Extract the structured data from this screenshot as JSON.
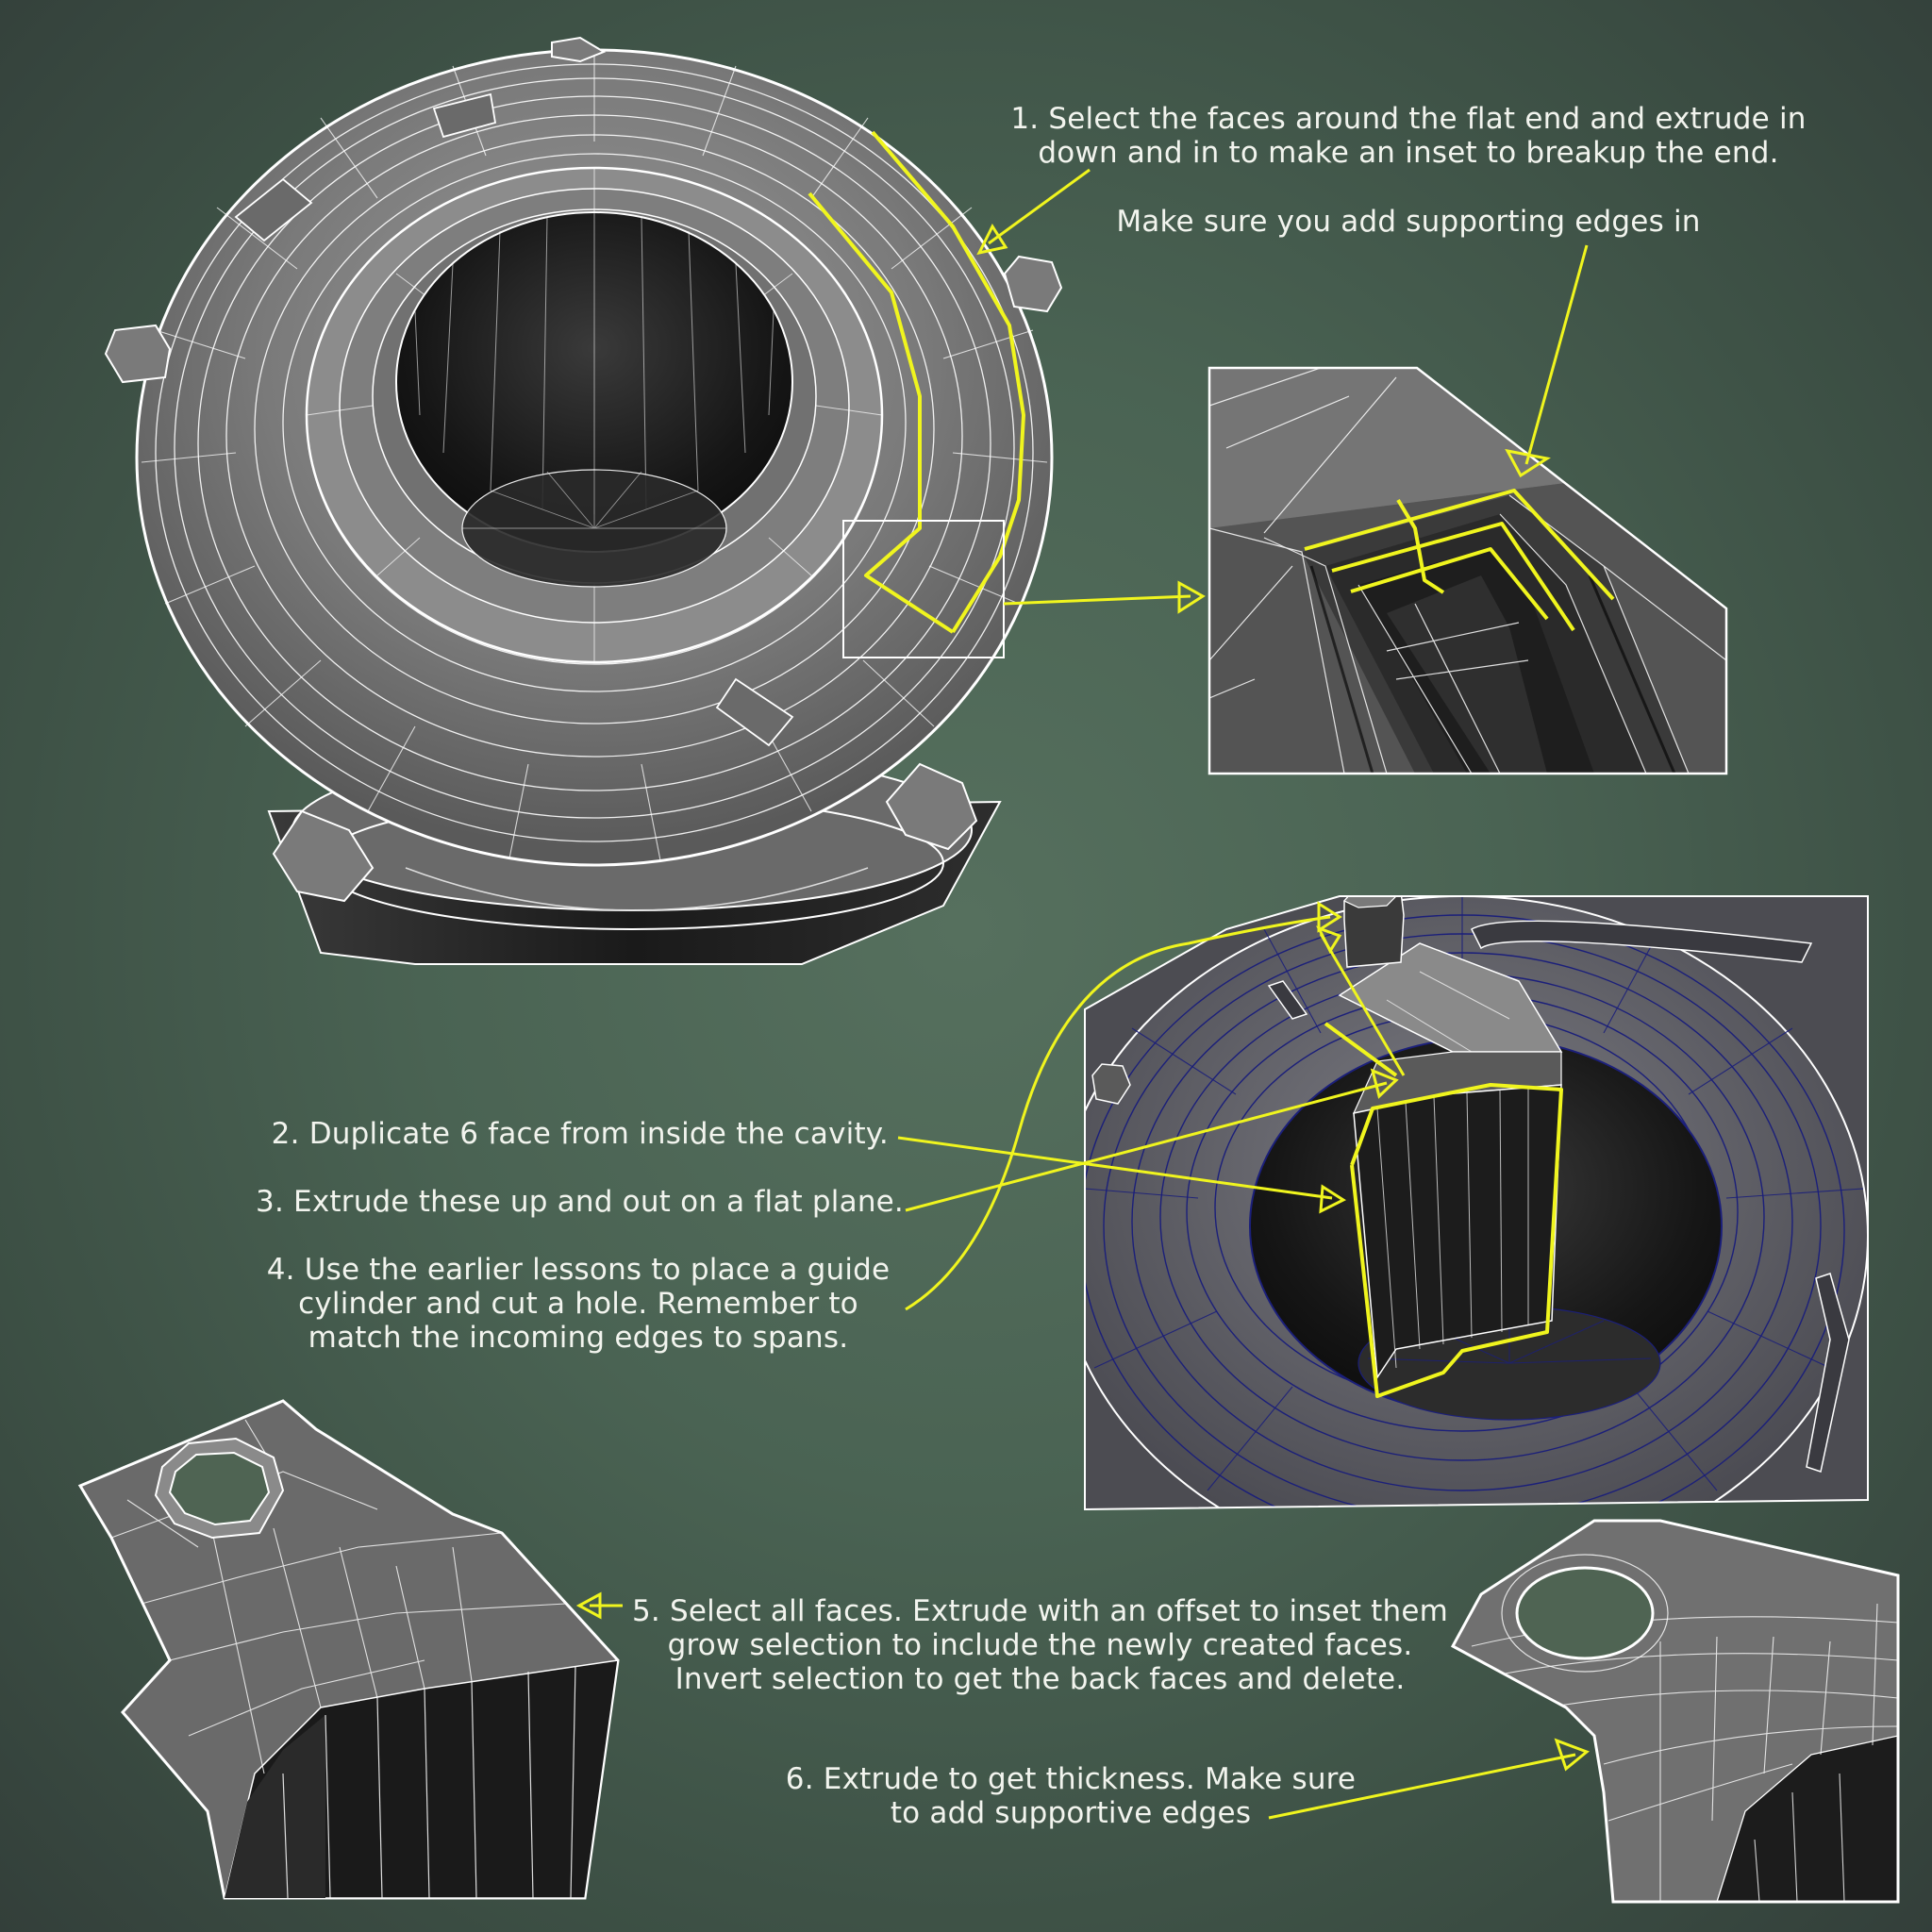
{
  "annotations": {
    "step1": {
      "line1": "1. Select the faces around the flat end and extrude in",
      "line2": "down and in to make an inset to breakup the end."
    },
    "step1_note": "Make sure you add supporting edges in",
    "step2": "2. Duplicate 6 face from inside the cavity.",
    "step3": "3. Extrude these up and out on a flat plane.",
    "step4": {
      "line1": "4. Use the earlier lessons to place a guide",
      "line2": "cylinder and cut a hole. Remember to",
      "line3": "match the incoming edges to spans."
    },
    "step5": {
      "line1": "5. Select all faces. Extrude with an offset to inset them",
      "line2": "grow selection to include the newly created faces.",
      "line3": "Invert selection to get the back faces and delete."
    },
    "step6": {
      "line1": "6. Extrude to get thickness. Make sure",
      "line2": "to add supportive edges"
    }
  },
  "colors": {
    "highlight": "#f0f51e",
    "wire": "#ffffff",
    "wire_blue": "#1b1f7a",
    "mesh_light": "#8a8a8a",
    "mesh_mid": "#6a6a6a",
    "mesh_dark": "#1e1e1e"
  }
}
